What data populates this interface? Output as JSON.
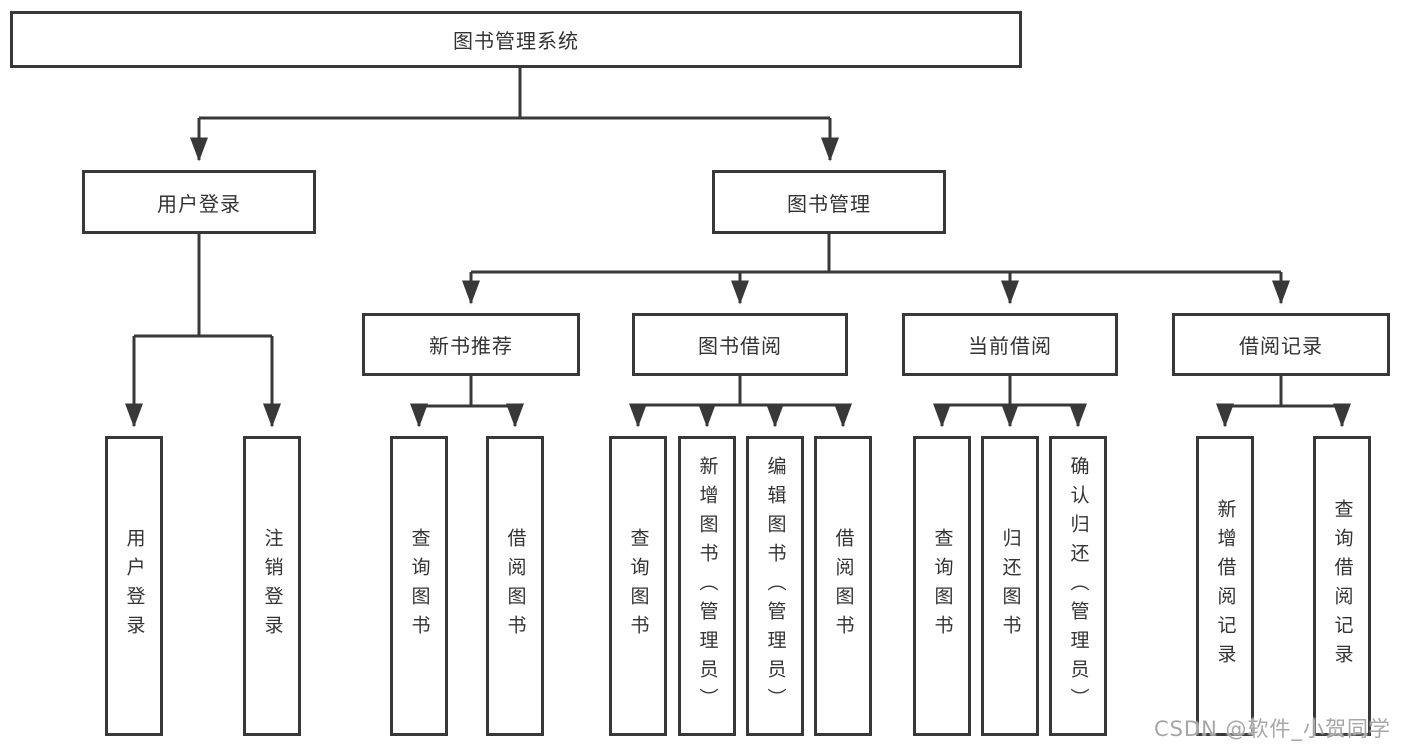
{
  "diagram": {
    "root": {
      "label": "图书管理系统"
    },
    "level2": [
      {
        "label": "用户登录"
      },
      {
        "label": "图书管理"
      }
    ],
    "level3": [
      {
        "label": "新书推荐"
      },
      {
        "label": "图书借阅"
      },
      {
        "label": "当前借阅"
      },
      {
        "label": "借阅记录"
      }
    ],
    "leaves": {
      "user_login": [
        {
          "label": "用户登录"
        },
        {
          "label": "注销登录"
        }
      ],
      "new_book_recommend": [
        {
          "label": "查询图书"
        },
        {
          "label": "借阅图书"
        }
      ],
      "book_borrow": [
        {
          "label": "查询图书"
        },
        {
          "label": "新增图书（管理员）"
        },
        {
          "label": "编辑图书（管理员）"
        },
        {
          "label": "借阅图书"
        }
      ],
      "current_borrow": [
        {
          "label": "查询图书"
        },
        {
          "label": "归还图书"
        },
        {
          "label": "确认归还（管理员）"
        }
      ],
      "borrow_records": [
        {
          "label": "新增借阅记录"
        },
        {
          "label": "查询借阅记录"
        }
      ]
    }
  },
  "watermark": {
    "text": "CSDN @软件_小贺同学"
  },
  "colors": {
    "line": "#383838",
    "box_border": "#383838",
    "box_fill": "#ffffff",
    "text": "#333333",
    "watermark": "#969696",
    "background": "#ffffff"
  }
}
